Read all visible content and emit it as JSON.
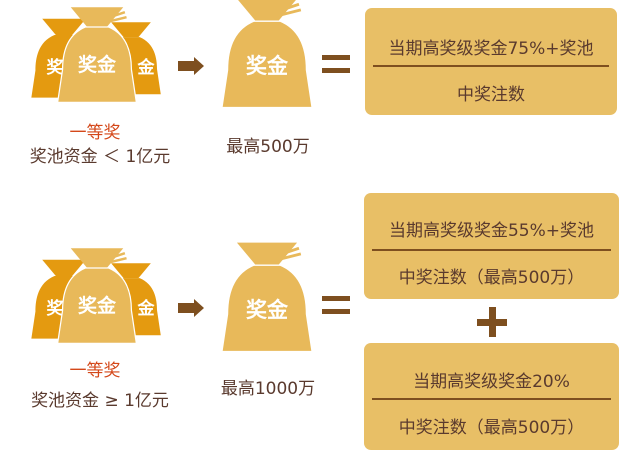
{
  "colors": {
    "bag_front": "#e8b95a",
    "bag_back": "#e49a10",
    "brown": "#7e4f1f",
    "box": "#e8bf66",
    "text": "#5a3a2e",
    "red": "#d4481a"
  },
  "bag_label": "奖金",
  "bag_label_left": "奖",
  "bag_label_right": "金",
  "rows": [
    {
      "prize": "一等奖",
      "condition": "奖池资金 ＜ 1亿元",
      "max": "最高500万",
      "boxes": [
        {
          "numerator": "当期高奖级奖金75%+奖池",
          "denominator": "中奖注数"
        }
      ]
    },
    {
      "prize": "一等奖",
      "condition": "奖池资金 ≥ 1亿元",
      "max": "最高1000万",
      "boxes": [
        {
          "numerator": "当期高奖级奖金55%+奖池",
          "denominator": "中奖注数（最高500万）"
        },
        {
          "numerator": "当期高奖级奖金20%",
          "denominator": "中奖注数（最高500万）"
        }
      ]
    }
  ]
}
